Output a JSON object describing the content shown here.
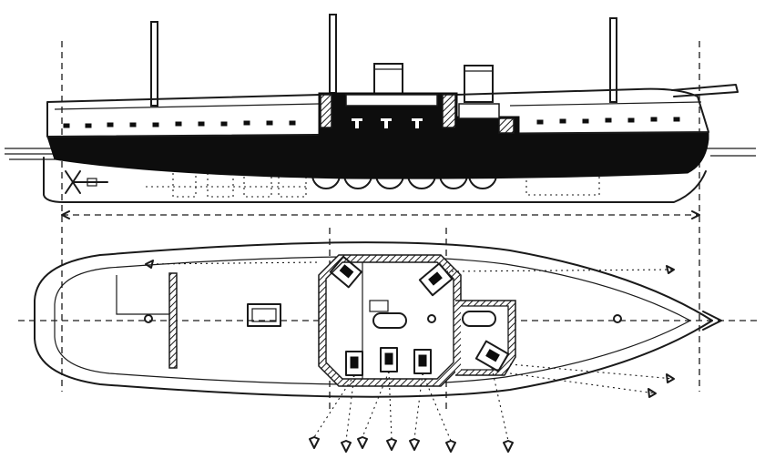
{
  "figure": {
    "subject": "warship",
    "views": [
      "side-elevation",
      "deck-plan"
    ],
    "visible_text": []
  },
  "colors": {
    "ink": "#1a1a1a",
    "paper": "#ffffff",
    "solid": "#0d0d0d"
  },
  "counts": {
    "masts": 3,
    "funnels": 2,
    "upper_portholes": 18,
    "boilers": 6,
    "turret_guns_broadside": 3,
    "corner_guns": 3
  }
}
